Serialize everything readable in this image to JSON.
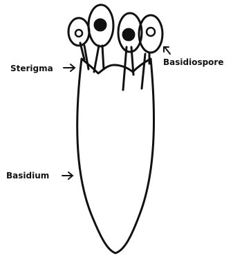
{
  "diagram": {
    "labels": {
      "sterigma": "Sterigma",
      "basidiospore": "Basidiospore",
      "basidium": "Basidium"
    },
    "colors": {
      "line": "#111111",
      "background": "#ffffff"
    }
  }
}
